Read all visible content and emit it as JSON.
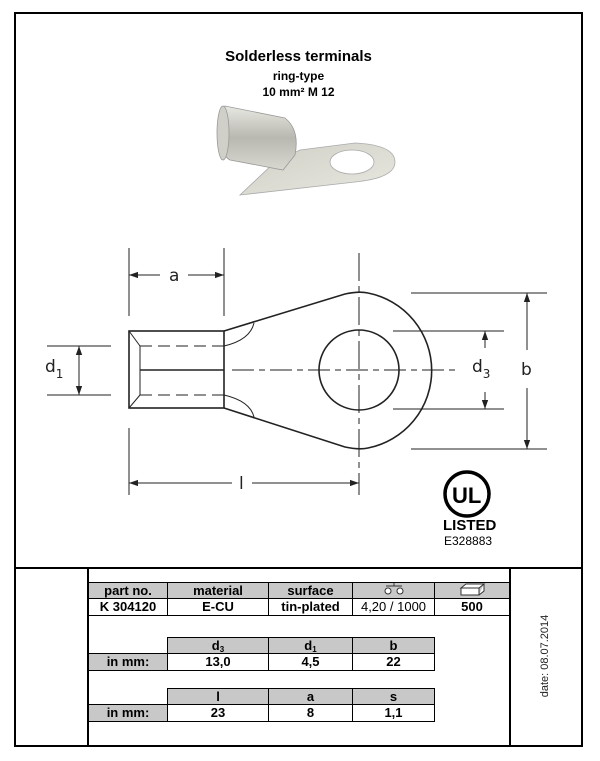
{
  "header": {
    "title": "Solderless terminals",
    "subtitle": "ring-type",
    "size": "10 mm²  M 12"
  },
  "drawing": {
    "labels": {
      "a": "a",
      "l": "l",
      "d1": "d",
      "d1_sub": "1",
      "d3": "d",
      "d3_sub": "3",
      "b": "b"
    }
  },
  "certification": {
    "logo": "UL",
    "listed": "LISTED",
    "file_no": "E328883"
  },
  "order_table": {
    "headers": [
      "part no.",
      "material",
      "surface",
      "weight-icon",
      "package-icon"
    ],
    "values": [
      "K 304120",
      "E-CU",
      "tin-plated",
      "4,20 / 1000",
      "500"
    ]
  },
  "dims_table_1": {
    "headers": [
      {
        "t": "d",
        "s": "3"
      },
      {
        "t": "d",
        "s": "1"
      },
      {
        "t": "b",
        "s": ""
      }
    ],
    "row_label": "in mm:",
    "values": [
      "13,0",
      "4,5",
      "22"
    ]
  },
  "dims_table_2": {
    "headers": [
      {
        "t": "l",
        "s": ""
      },
      {
        "t": "a",
        "s": ""
      },
      {
        "t": "s",
        "s": ""
      }
    ],
    "row_label": "in mm:",
    "values": [
      "23",
      "8",
      "1,1"
    ]
  },
  "date": "date: 08.07.2014"
}
